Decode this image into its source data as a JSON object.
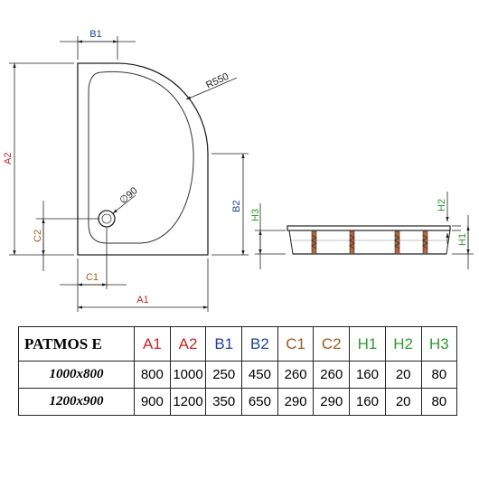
{
  "drawing": {
    "labels": {
      "b1_top": "B1",
      "r550": "R550",
      "a2": "A2",
      "b2": "B2",
      "h3_left": "H3",
      "c2": "C2",
      "d90": "∅90",
      "c1": "C1",
      "a1": "A1",
      "h2": "H2",
      "h1": "H1"
    },
    "colors": {
      "a": "#cc2222",
      "b": "#1f3f99",
      "c": "#a05a22",
      "h": "#2f9a2f",
      "line": "#222222"
    }
  },
  "table": {
    "title": "PATMOS E",
    "headers": [
      {
        "label": "A1",
        "color": "#cc2222"
      },
      {
        "label": "A2",
        "color": "#cc2222"
      },
      {
        "label": "B1",
        "color": "#1f3f99"
      },
      {
        "label": "B2",
        "color": "#1f3f99"
      },
      {
        "label": "C1",
        "color": "#a05a22"
      },
      {
        "label": "C2",
        "color": "#a05a22"
      },
      {
        "label": "H1",
        "color": "#2f9a2f"
      },
      {
        "label": "H2",
        "color": "#2f9a2f"
      },
      {
        "label": "H3",
        "color": "#2f9a2f"
      }
    ],
    "rows": [
      {
        "model": "1000x800",
        "values": [
          "800",
          "1000",
          "250",
          "450",
          "260",
          "260",
          "160",
          "20",
          "80"
        ]
      },
      {
        "model": "1200x900",
        "values": [
          "900",
          "1200",
          "350",
          "650",
          "290",
          "290",
          "160",
          "20",
          "80"
        ]
      }
    ]
  }
}
